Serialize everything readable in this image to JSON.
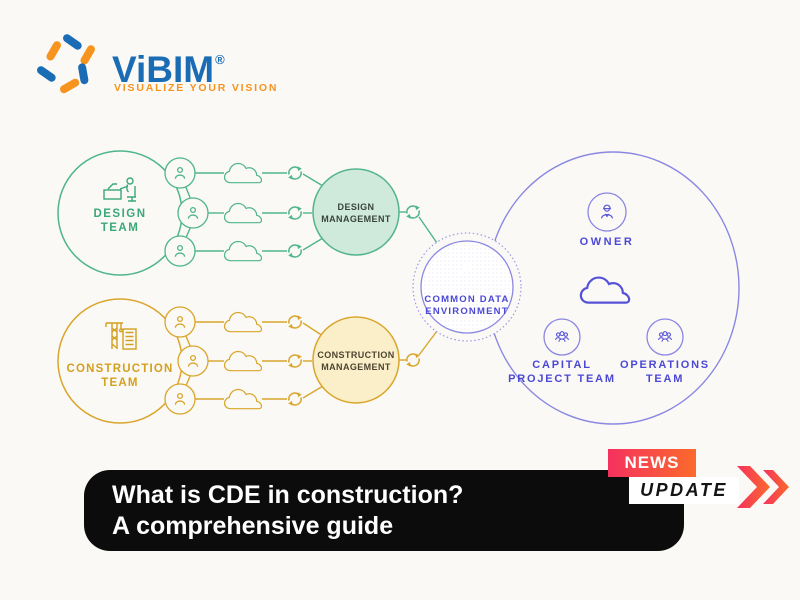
{
  "logo": {
    "brand": "ViBIM",
    "registered_mark": "®",
    "tagline": "VISUALIZE YOUR VISION",
    "brand_color": "#1a6cb5",
    "accent_color": "#f7941e"
  },
  "diagram": {
    "design_team": {
      "lines": [
        "DESIGN",
        "TEAM"
      ],
      "color": "#3aa877"
    },
    "design_management": {
      "lines": [
        "DESIGN",
        "MANAGEMENT"
      ],
      "fill": "#cfeadb",
      "stroke": "#52b489"
    },
    "construction_team": {
      "lines": [
        "CONSTRUCTION",
        "TEAM"
      ],
      "color": "#d3a01f"
    },
    "construction_management": {
      "lines": [
        "CONSTRUCTION",
        "MANAGEMENT"
      ],
      "fill": "#faefc9",
      "stroke": "#d9a62b"
    },
    "cde": {
      "lines": [
        "COMMON DATA",
        "ENVIRONMENT"
      ],
      "cloud_color": "#5b57e0",
      "text_color": "#4b49d4"
    },
    "owner": {
      "lines": [
        "OWNER"
      ]
    },
    "capital_project_team": {
      "lines": [
        "CAPITAL",
        "PROJECT TEAM"
      ]
    },
    "operations_team": {
      "lines": [
        "OPERATIONS",
        "TEAM"
      ]
    },
    "right_group_color": "#4b49d4",
    "icons": [
      "person-icon",
      "cloud-icon",
      "sync-icon",
      "designer-at-desk-icon",
      "crane-and-building-icon",
      "cloud-upload-icon",
      "worker-icon",
      "team-icon"
    ]
  },
  "news_badge": {
    "news_label": "NEWS",
    "update_label": "UPDATE",
    "gradient": [
      "#f5315f",
      "#fb6a2b"
    ]
  },
  "title": {
    "line1": "What is CDE in construction?",
    "line2": "A comprehensive guide"
  }
}
